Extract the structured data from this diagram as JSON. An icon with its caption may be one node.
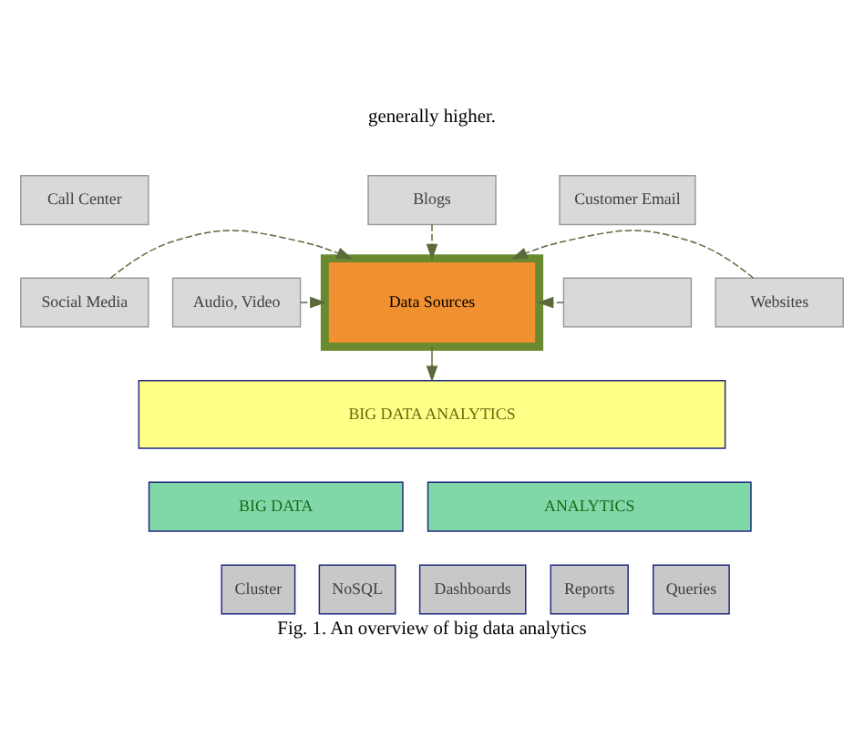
{
  "diagram": {
    "caption": "Fig. 1. An overview of big data analytics",
    "nodes": [
      {
        "text": [
          "Call Center"
        ]
      },
      {
        "text": [
          "Blogs"
        ]
      },
      {
        "text": [
          "Customer Email"
        ]
      },
      {
        "text": [
          "Social Media"
        ]
      },
      {
        "text": [
          "Audio, Video"
        ]
      },
      {
        "text": [
          "Data Sources"
        ]
      },
      {
        "text": [],
        "shape": "box"
      },
      {
        "text": [
          "Websites"
        ]
      },
      {
        "text": [
          "BIG DATA ANALYTICS"
        ]
      },
      {
        "text": [
          "BIG DATA"
        ]
      },
      {
        "text": [
          "ANALYTICS"
        ]
      },
      {
        "text": [
          "Cluster"
        ]
      },
      {
        "text": [
          "NoSQL"
        ]
      },
      {
        "text": [
          "Dashboards"
        ]
      },
      {
        "text": [
          "Reports"
        ]
      },
      {
        "text": [
          "Queries"
        ]
      }
    ],
    "edges": [
      {
        "from": 1,
        "to": 5,
        "arrow": "to",
        "style": "dashed"
      },
      {
        "from": 3,
        "to": 5,
        "arrow": "to",
        "style": "dashed"
      },
      {
        "from": 4,
        "to": 5,
        "arrow": "to",
        "style": "dashed"
      },
      {
        "from": 6,
        "to": 5,
        "arrow": "to",
        "style": "dashed"
      },
      {
        "from": 7,
        "to": 5,
        "arrow": "to",
        "style": "dashed"
      },
      {
        "from": 5,
        "to": 8,
        "arrow": "to"
      }
    ],
    "labels": [
      "generally higher."
    ]
  }
}
